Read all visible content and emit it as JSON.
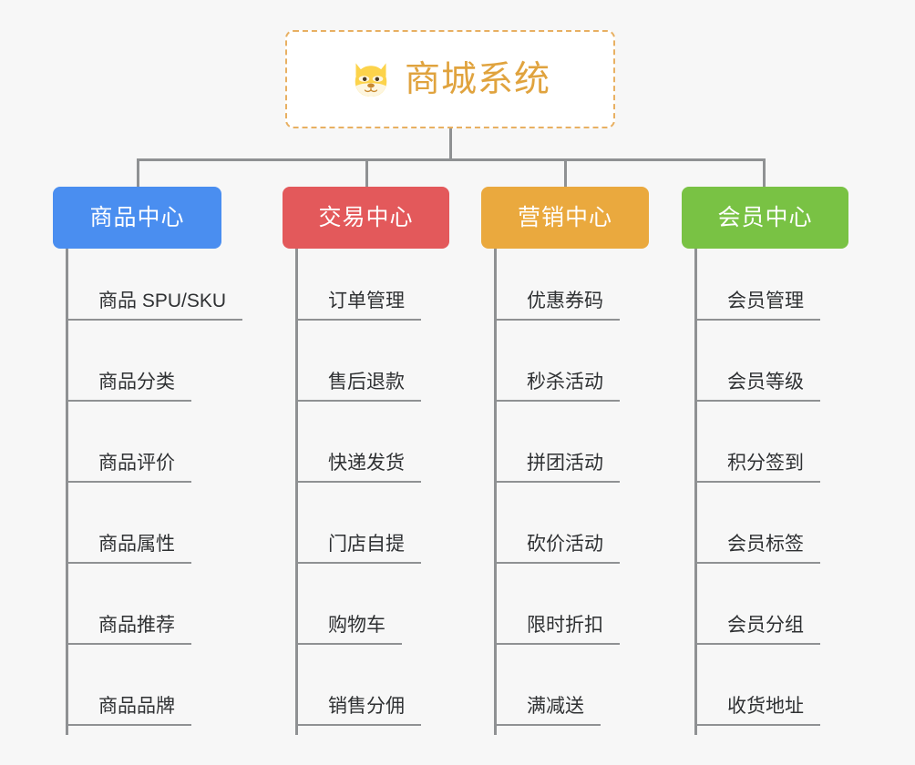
{
  "page": {
    "background_color": "#f7f7f7",
    "connector_color": "#8f9193"
  },
  "root": {
    "title": "商城系统",
    "icon": "shiba-dog-icon",
    "border_color": "#e8b062",
    "text_color": "#e0a33e",
    "background_color": "#ffffff"
  },
  "branches": [
    {
      "label": "商品中心",
      "color": "#4a8ef0",
      "items": [
        "商品 SPU/SKU",
        "商品分类",
        "商品评价",
        "商品属性",
        "商品推荐",
        "商品品牌"
      ]
    },
    {
      "label": "交易中心",
      "color": "#e3595b",
      "items": [
        "订单管理",
        "售后退款",
        "快递发货",
        "门店自提",
        "购物车",
        "销售分佣"
      ]
    },
    {
      "label": "营销中心",
      "color": "#eaa93e",
      "items": [
        "优惠券码",
        "秒杀活动",
        "拼团活动",
        "砍价活动",
        "限时折扣",
        "满减送"
      ]
    },
    {
      "label": "会员中心",
      "color": "#79c244",
      "items": [
        "会员管理",
        "会员等级",
        "积分签到",
        "会员标签",
        "会员分组",
        "收货地址"
      ]
    }
  ]
}
